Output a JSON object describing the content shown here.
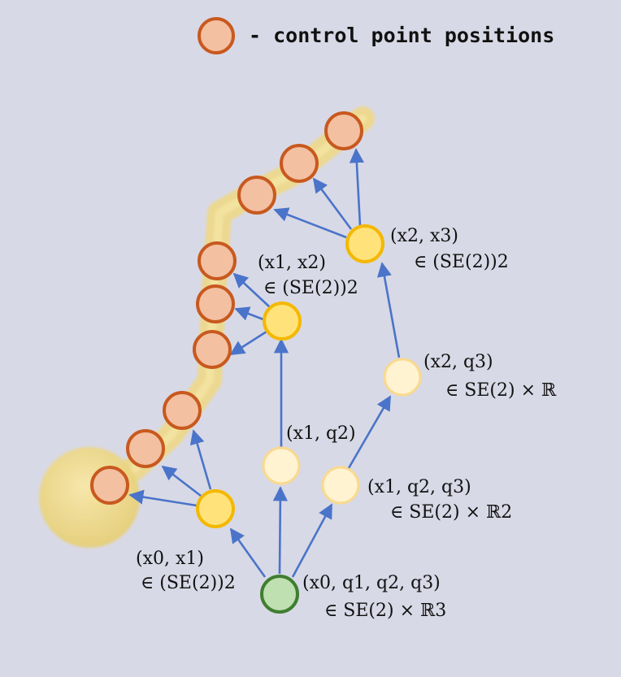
{
  "legend": {
    "label": "- control point positions"
  },
  "colors": {
    "background": "#d8d9e6",
    "control_point_fill": "#f3c0a1",
    "control_point_stroke": "#c8591f",
    "pair_node_fill": "#ffe27a",
    "pair_node_stroke": "#f4b800",
    "intermediate_node_fill": "#fff3d1",
    "intermediate_node_stroke": "#f9d98e",
    "root_node_fill": "#bfe0b0",
    "root_node_stroke": "#3f7e30",
    "edge": "#4a74c9",
    "robot_body": "#efd98a"
  },
  "nodes": {
    "root": {
      "label": "(x0, q1, q2, q3)",
      "space": "∈ SE(2) × ℝ3"
    },
    "x0x1": {
      "label": "(x0, x1)",
      "space": "∈ (SE(2))2"
    },
    "x1q2q3": {
      "label": "(x1, q2, q3)",
      "space": "∈ SE(2) × ℝ2"
    },
    "x1q2": {
      "label": "(x1, q2)",
      "space": ""
    },
    "x2q3": {
      "label": "(x2, q3)",
      "space": "∈ SE(2) × ℝ"
    },
    "x1x2": {
      "label": "(x1, x2)",
      "space": "∈ (SE(2))2"
    },
    "x2x3": {
      "label": "(x2, x3)",
      "space": "∈ (SE(2))2"
    }
  }
}
